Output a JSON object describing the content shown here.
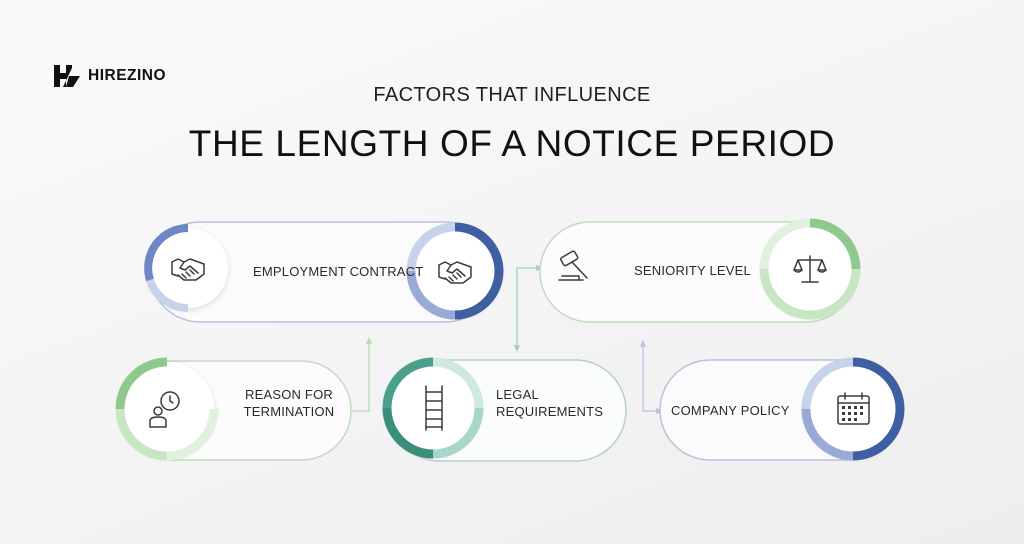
{
  "brand": {
    "name": "HIREZINO",
    "logo_icon": "hz-monogram-icon"
  },
  "header": {
    "subtitle": "FACTORS THAT INFLUENCE",
    "title": "THE LENGTH OF A NOTICE PERIOD"
  },
  "factors": [
    {
      "id": "employment-contract",
      "label": "EMPLOYMENT CONTRACT",
      "icon": "handshake-icon",
      "accent": "#4a62a8"
    },
    {
      "id": "seniority-level",
      "label": "SENIORITY LEVEL",
      "icon": "scales-icon",
      "accent": "#8fc98f"
    },
    {
      "id": "reason-for-termination",
      "label_line1": "REASON FOR",
      "label_line2": "TERMINATION",
      "icon": "person-clock-icon",
      "accent": "#8fc98f"
    },
    {
      "id": "legal-requirements",
      "label_line1": "LEGAL",
      "label_line2": "REQUIREMENTS",
      "icon": "ladder-icon",
      "accent": "#4aa08a"
    },
    {
      "id": "company-policy",
      "label": "COMPANY POLICY",
      "icon": "calendar-icon",
      "accent": "#3f5fa3"
    }
  ],
  "colors": {
    "navy": "#3f5fa3",
    "green": "#8fc98f",
    "teal": "#4aa08a",
    "connector": "#b9c3dc"
  }
}
